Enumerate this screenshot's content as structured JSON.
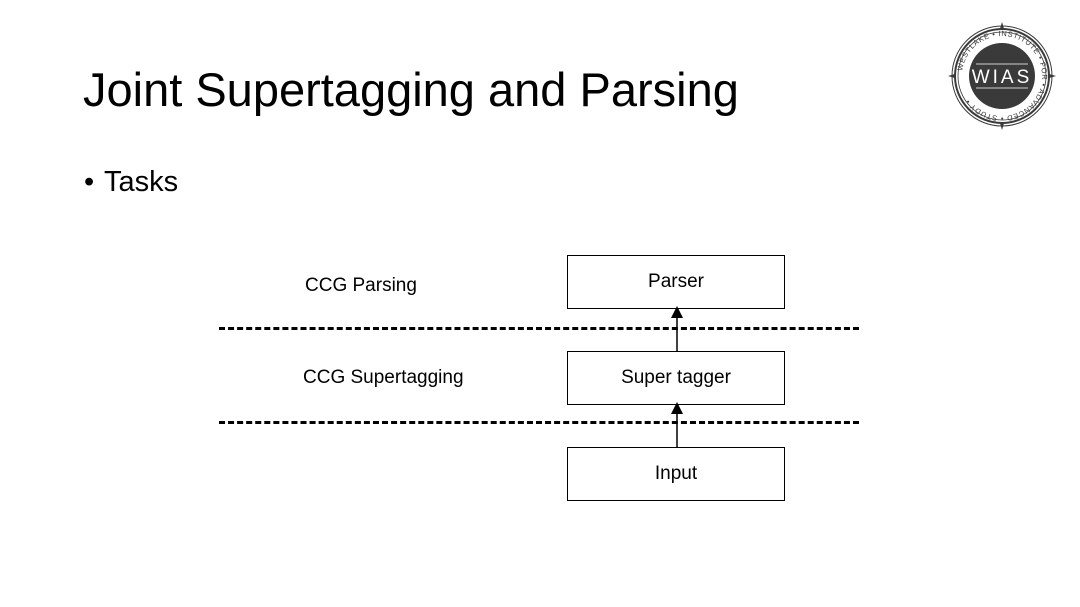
{
  "slide": {
    "title": "Joint Supertagging and Parsing",
    "bullet": {
      "symbol": "•",
      "text": "Tasks"
    }
  },
  "diagram": {
    "layers": [
      {
        "label": "CCG Parsing",
        "box": "Parser"
      },
      {
        "label": "CCG Supertagging",
        "box": "Super tagger"
      },
      {
        "label": "",
        "box": "Input"
      }
    ],
    "separator_style": "dashed"
  },
  "logo": {
    "center_text": "WIAS",
    "ring_text": "WESTLAKE • INSTITUTE • FOR • ADVANCED • STUDY •",
    "icon": "wias-emblem-icon",
    "colors": {
      "ring": "#3a3a3a",
      "center": "#3a3a3a",
      "text": "#ffffff"
    }
  }
}
